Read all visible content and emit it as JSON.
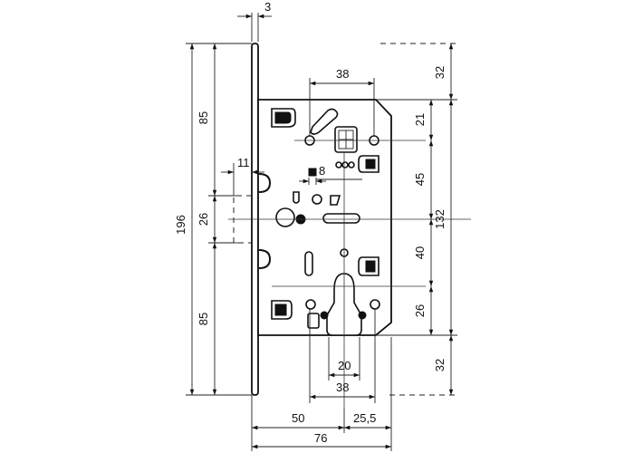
{
  "drawing": {
    "dimensions": {
      "faceplate_thickness": "3",
      "total_height": "196",
      "upper_half": "85",
      "lower_half": "85",
      "latch_height": "26",
      "latch_projection": "11",
      "top_hole_width": "38",
      "spindle_square": "8",
      "top_offset": "32",
      "bottom_offset": "32",
      "to_first_hole": "21",
      "spindle_to_latch": "45",
      "latch_to_cylinder": "40",
      "cylinder_to_screw": "26",
      "body_height": "132",
      "cylinder_width": "20",
      "bottom_hole_width": "38",
      "backset": "50",
      "cylinder_to_back": "25,5",
      "total_depth": "76"
    }
  }
}
